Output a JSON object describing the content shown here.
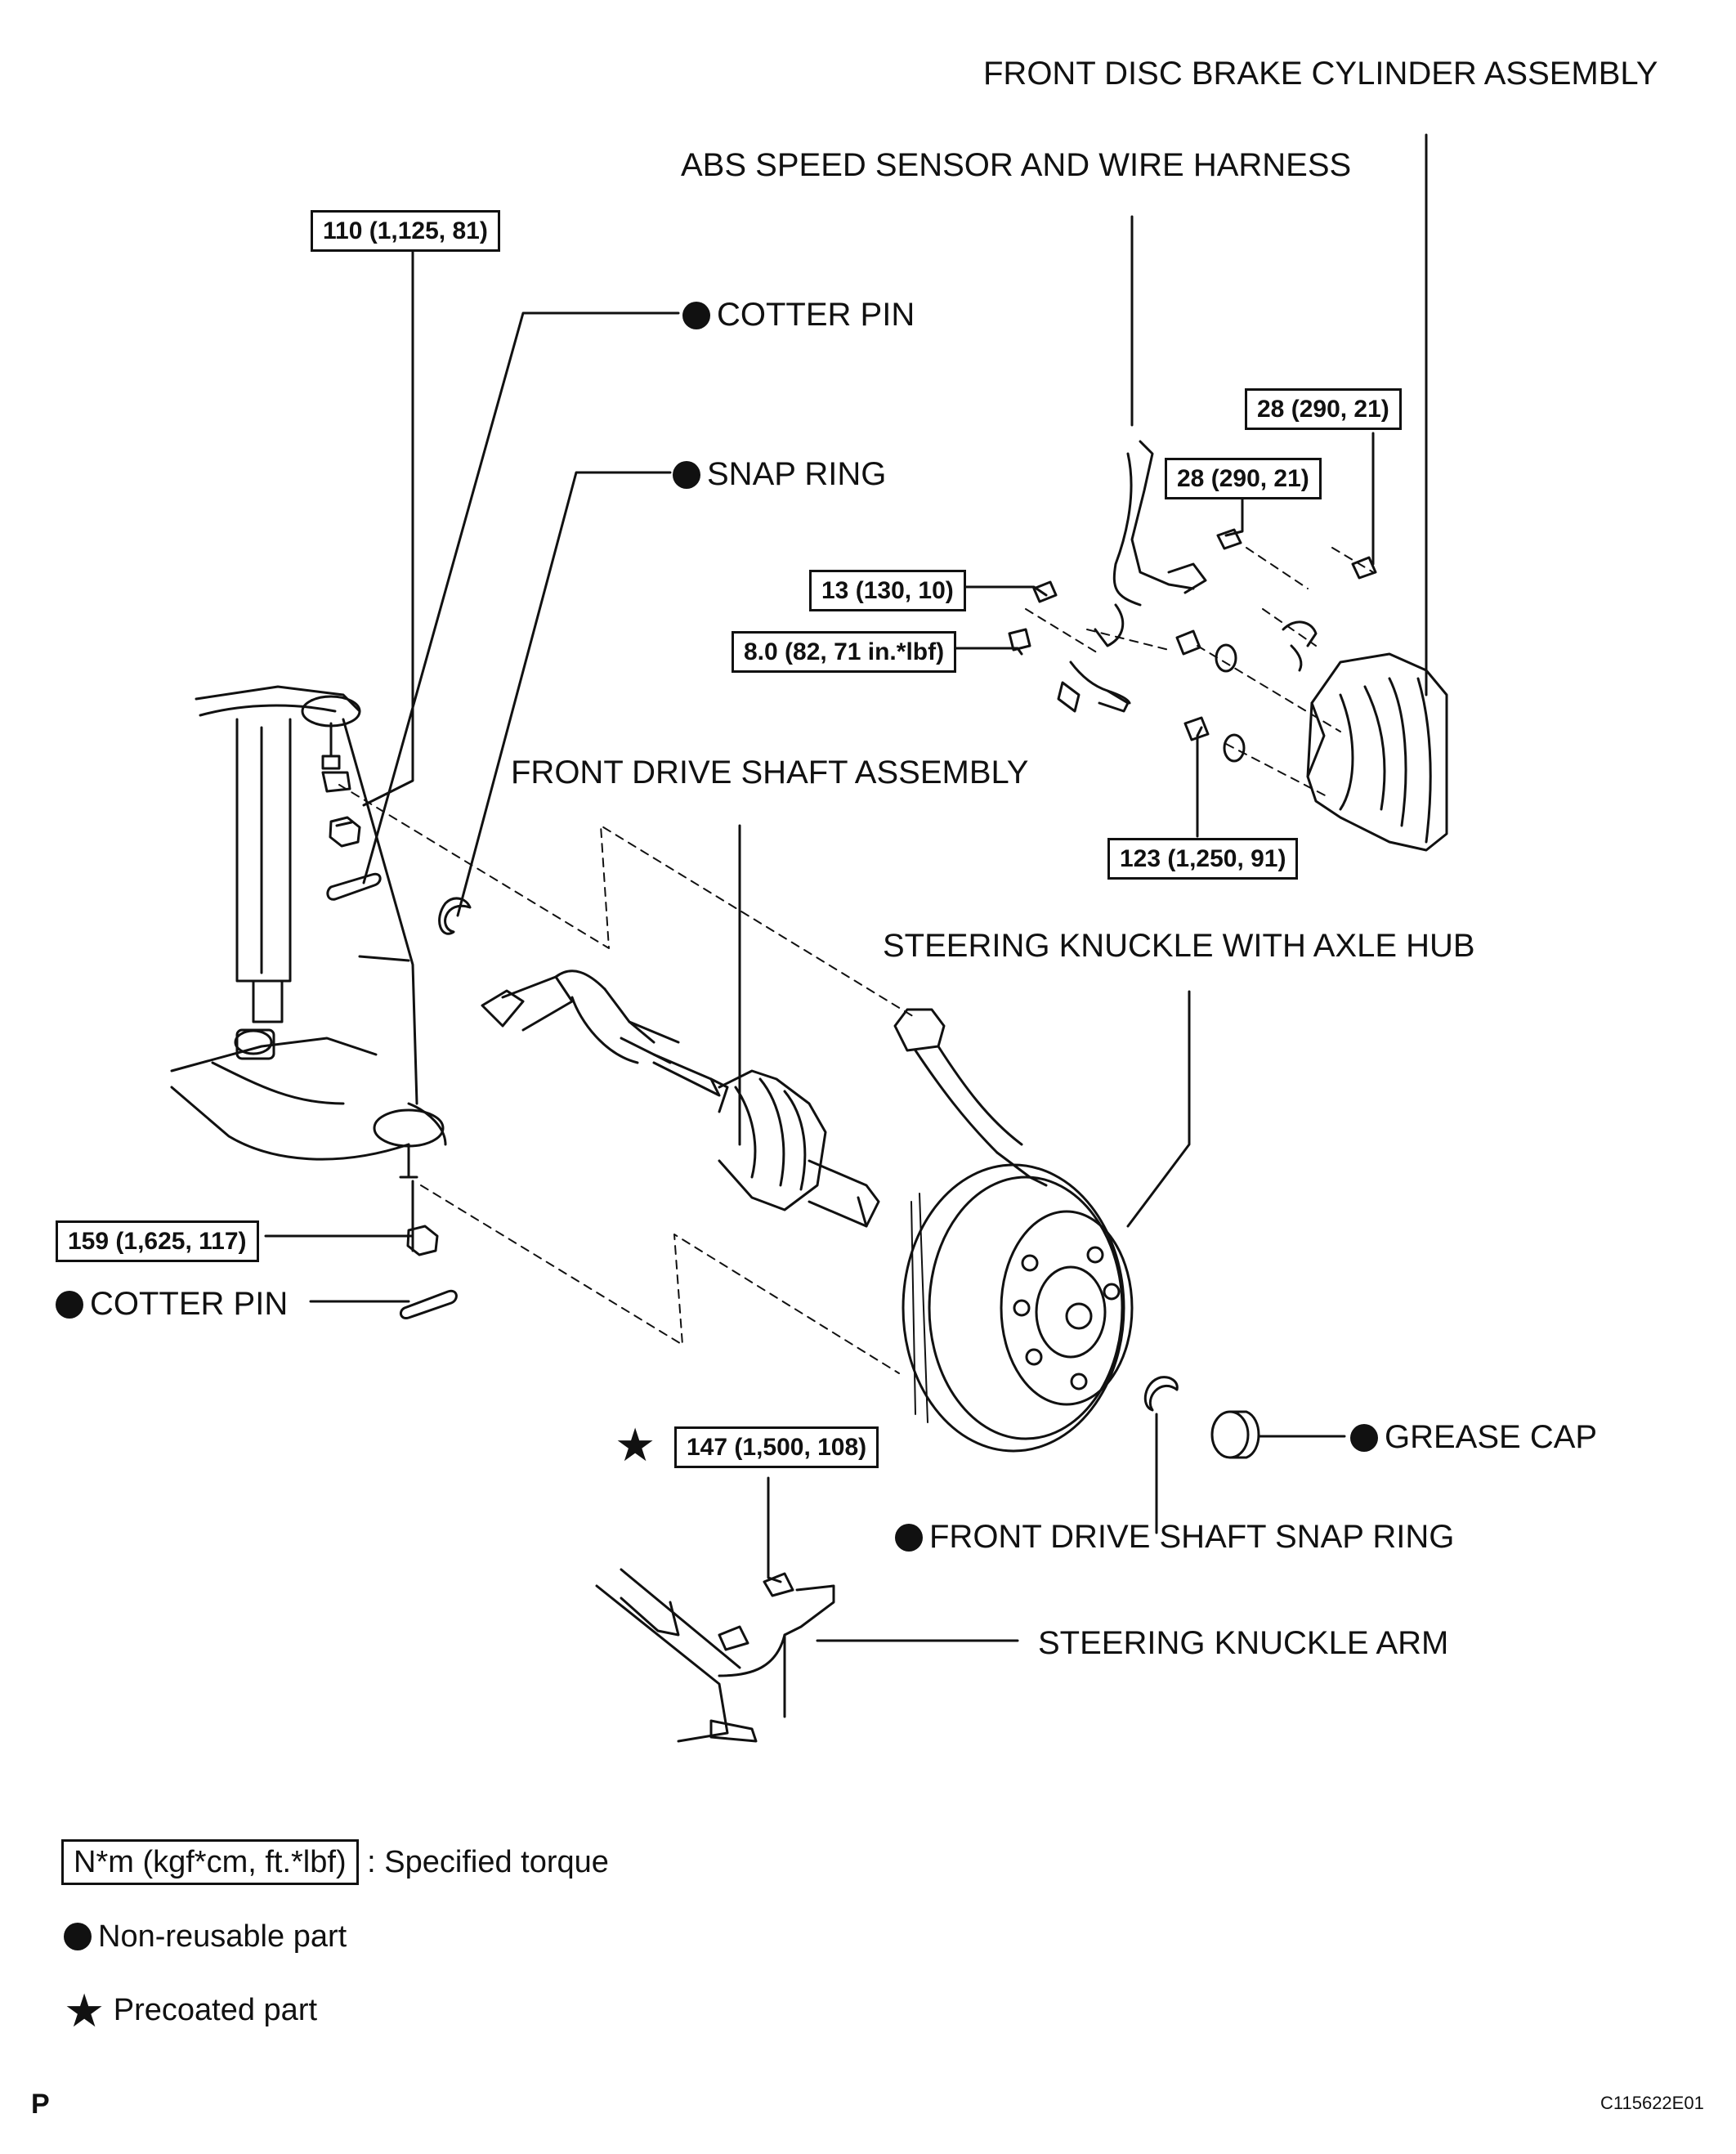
{
  "labels": {
    "front_disc_brake_cylinder": "FRONT DISC BRAKE CYLINDER ASSEMBLY",
    "abs_speed_sensor": "ABS SPEED SENSOR AND WIRE HARNESS",
    "cotter_pin_upper": "COTTER PIN",
    "snap_ring": "SNAP RING",
    "front_drive_shaft": "FRONT DRIVE SHAFT ASSEMBLY",
    "steering_knuckle_axle_hub": "STEERING KNUCKLE WITH AXLE HUB",
    "cotter_pin_lower": "COTTER PIN",
    "grease_cap": "GREASE CAP",
    "front_drive_shaft_snap_ring": "FRONT DRIVE SHAFT SNAP RING",
    "steering_knuckle_arm": "STEERING KNUCKLE ARM"
  },
  "torques": {
    "upper_ball_joint": "110 (1,125, 81)",
    "caliper_bracket_top": "28 (290, 21)",
    "sensor_bracket": "28 (290, 21)",
    "sensor_clamp": "13 (130, 10)",
    "sensor_bolt": "8.0 (82, 71 in.*lbf)",
    "caliper_mount": "123 (1,250, 91)",
    "lower_ball_joint": "159 (1,625, 117)",
    "knuckle_arm": "147 (1,500, 108)"
  },
  "legend": {
    "torque_box": "N*m (kgf*cm, ft.*lbf)",
    "torque_desc": ": Specified torque",
    "non_reusable": "Non-reusable part",
    "precoated": "Precoated part"
  },
  "footer": {
    "page_mark": "P",
    "figure_id": "C115622E01"
  },
  "symbols": {
    "non_reusable": "filled-circle-icon",
    "precoated": "star-icon"
  }
}
